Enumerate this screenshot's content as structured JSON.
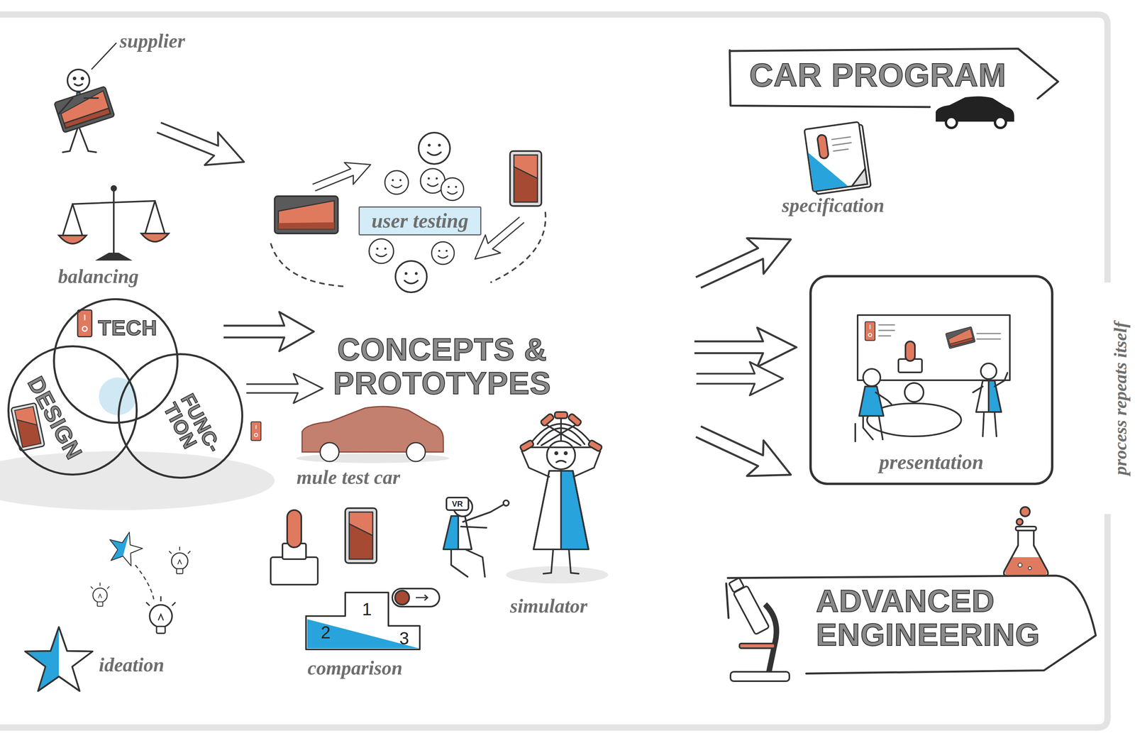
{
  "diagram": {
    "nodes": [
      {
        "text": [
          "TECH"
        ]
      },
      {
        "text": [
          "DESIGN"
        ]
      },
      {
        "text": [
          "FUNC- TION"
        ]
      },
      {
        "text": [
          "user testing"
        ]
      },
      {
        "text": [
          "CAR PROGRAM"
        ]
      },
      {
        "text": [
          "presentation"
        ]
      },
      {
        "text": [
          "ADVANCED ENGINEERING"
        ]
      }
    ],
    "labels": [
      "supplier",
      "balancing",
      "CONCEPTS & PROTOTYPES",
      "mule test car",
      "VR",
      "simulator",
      "1",
      "2",
      "3",
      "comparison",
      "ideation",
      "specification",
      "process repeats itself"
    ]
  }
}
